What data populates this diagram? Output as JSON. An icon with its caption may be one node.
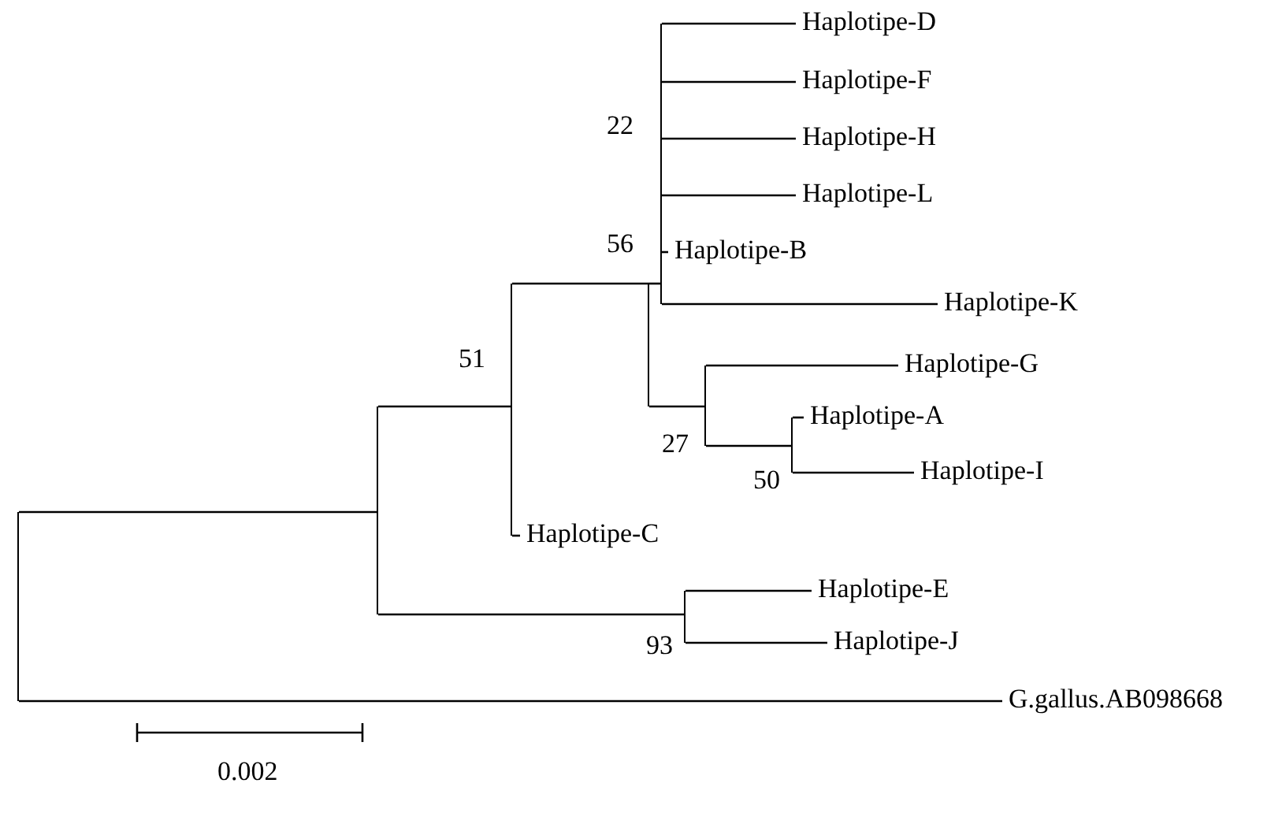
{
  "diagram": {
    "nodes": [
      {
        "text": [],
        "shape": "bar"
      },
      {
        "text": [],
        "shape": "bar"
      },
      {
        "text": [],
        "shape": "bar",
        "beside": [
          "51"
        ]
      },
      {
        "text": [],
        "shape": "bar",
        "beside": [
          "56"
        ]
      },
      {
        "text": [],
        "shape": "bar",
        "beside": [
          "22"
        ]
      },
      {
        "text": [
          "Haplotipe-D"
        ]
      },
      {
        "text": [
          "Haplotipe-F"
        ]
      },
      {
        "text": [
          "Haplotipe-H"
        ]
      },
      {
        "text": [
          "Haplotipe-L"
        ]
      },
      {
        "text": [
          "Haplotipe-B"
        ]
      },
      {
        "text": [
          "Haplotipe-K"
        ]
      },
      {
        "text": [],
        "shape": "bar",
        "beside": [
          "27"
        ]
      },
      {
        "text": [
          "Haplotipe-G"
        ]
      },
      {
        "text": [],
        "shape": "bar",
        "beside": [
          "50"
        ]
      },
      {
        "text": [
          "Haplotipe-A"
        ]
      },
      {
        "text": [
          "Haplotipe-I"
        ]
      },
      {
        "text": [
          "Haplotipe-C"
        ]
      },
      {
        "text": [],
        "shape": "bar",
        "beside": [
          "93"
        ]
      },
      {
        "text": [
          "Haplotipe-E"
        ]
      },
      {
        "text": [
          "Haplotipe-J"
        ]
      },
      {
        "text": [
          "G.gallus.AB098668"
        ]
      }
    ],
    "edges": [
      {
        "from": 0,
        "to": 1,
        "arrow": "none"
      },
      {
        "from": 0,
        "to": 20,
        "arrow": "none"
      },
      {
        "from": 1,
        "to": 2,
        "arrow": "none"
      },
      {
        "from": 1,
        "to": 17,
        "arrow": "none"
      },
      {
        "from": 2,
        "to": 3,
        "arrow": "none"
      },
      {
        "from": 2,
        "to": 16,
        "arrow": "none"
      },
      {
        "from": 3,
        "to": 4,
        "arrow": "none"
      },
      {
        "from": 3,
        "to": 11,
        "arrow": "none"
      },
      {
        "from": 4,
        "to": 5,
        "arrow": "none"
      },
      {
        "from": 4,
        "to": 6,
        "arrow": "none"
      },
      {
        "from": 4,
        "to": 7,
        "arrow": "none"
      },
      {
        "from": 4,
        "to": 8,
        "arrow": "none"
      },
      {
        "from": 4,
        "to": 9,
        "arrow": "none"
      },
      {
        "from": 4,
        "to": 10,
        "arrow": "none"
      },
      {
        "from": 11,
        "to": 12,
        "arrow": "none"
      },
      {
        "from": 11,
        "to": 13,
        "arrow": "none"
      },
      {
        "from": 13,
        "to": 14,
        "arrow": "none"
      },
      {
        "from": 13,
        "to": 15,
        "arrow": "none"
      },
      {
        "from": 17,
        "to": 18,
        "arrow": "none"
      },
      {
        "from": 17,
        "to": 19,
        "arrow": "none"
      }
    ],
    "labels": [
      "0.002"
    ]
  }
}
